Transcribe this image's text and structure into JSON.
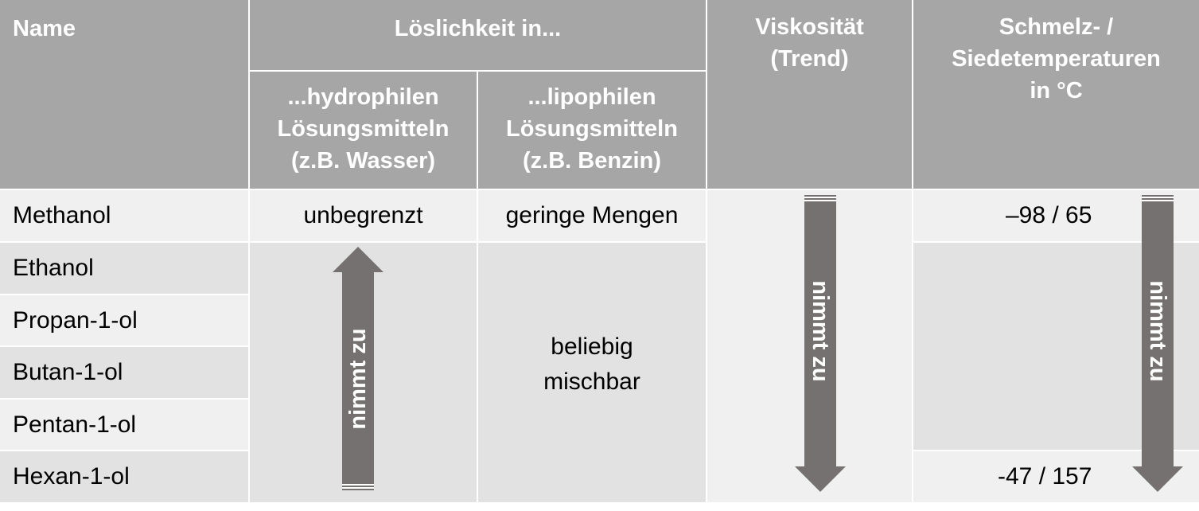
{
  "header": {
    "name": "Name",
    "loeslichkeit": "Löslichkeit in...",
    "hydrophil_line1": "...hydrophilen",
    "hydrophil_line2": "Lösungsmitteln",
    "hydrophil_line3": "(z.B. Wasser)",
    "lipophil_line1": "...lipophilen",
    "lipophil_line2": "Lösungsmitteln",
    "lipophil_line3": "(z.B. Benzin)",
    "viskositaet_line1": "Viskosität",
    "viskositaet_line2": "(Trend)",
    "temp_line1": "Schmelz- /",
    "temp_line2": "Siedetemperaturen",
    "temp_line3": "in °C"
  },
  "rows": [
    {
      "name": "Methanol"
    },
    {
      "name": "Ethanol"
    },
    {
      "name": "Propan-1-ol"
    },
    {
      "name": "Butan-1-ol"
    },
    {
      "name": "Pentan-1-ol"
    },
    {
      "name": "Hexan-1-ol"
    }
  ],
  "cells": {
    "hydrophil_methanol": "unbegrenzt",
    "lipophil_methanol": "geringe Mengen",
    "lipophil_rest_line1": "beliebig",
    "lipophil_rest_line2": "mischbar",
    "temp_methanol": "–98 / 65",
    "temp_hexanol": "-47 / 157"
  },
  "arrows": {
    "hydrophil": "nimmt zu",
    "viskositaet": "nimmt zu",
    "temp": "nimmt zu"
  },
  "colors": {
    "header_bg": "#a6a6a6",
    "row_light": "#f0f0f0",
    "row_dark": "#e2e2e2",
    "arrow": "#767171"
  }
}
